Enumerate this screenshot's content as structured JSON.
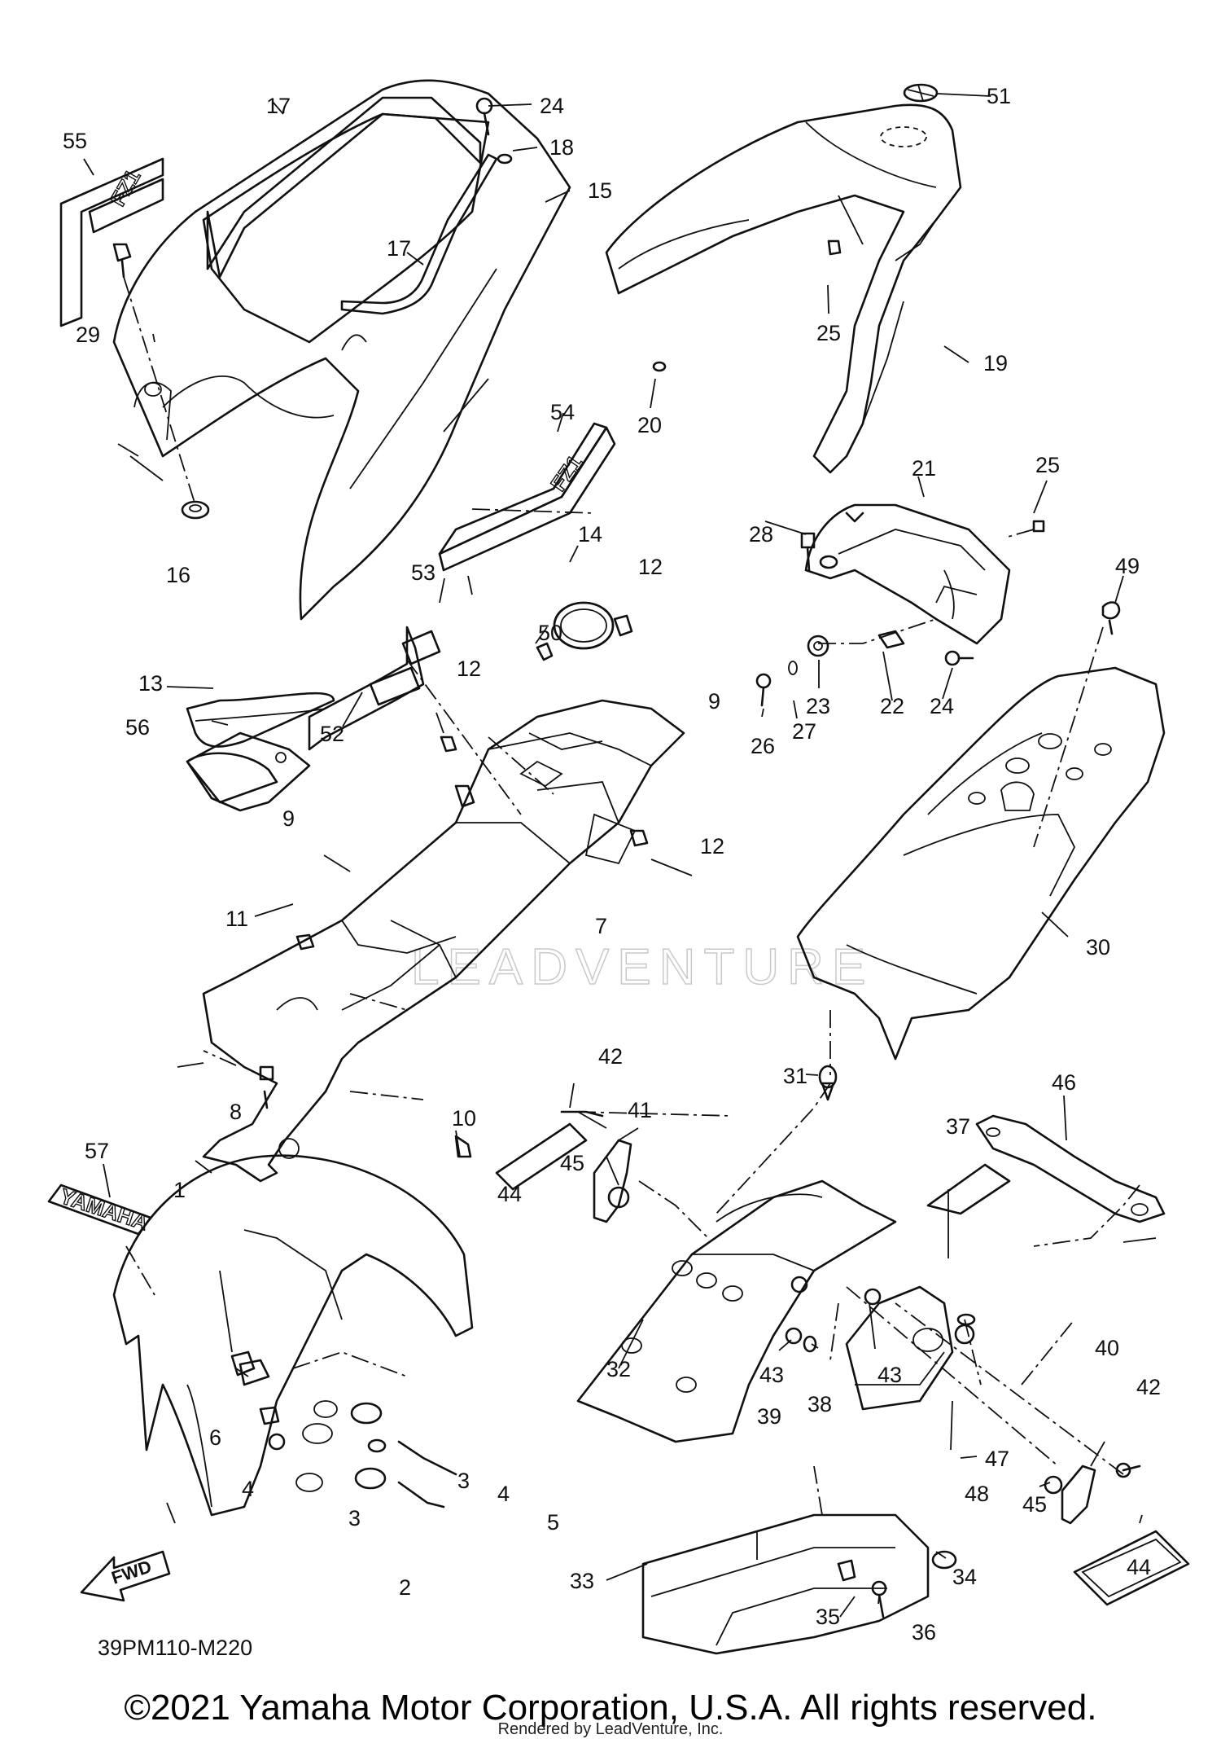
{
  "diagram": {
    "code": "39PM110-M220",
    "watermark": "LEADVENTURE",
    "fwd_label": "FWD",
    "decals": {
      "yamaha": "YAMAHA",
      "side": "FZ1"
    }
  },
  "callouts": [
    "1",
    "2",
    "3",
    "3",
    "4",
    "4",
    "5",
    "6",
    "7",
    "8",
    "9",
    "9",
    "10",
    "11",
    "12",
    "12",
    "12",
    "13",
    "14",
    "15",
    "16",
    "17",
    "17",
    "18",
    "19",
    "20",
    "21",
    "22",
    "23",
    "24",
    "24",
    "25",
    "25",
    "26",
    "27",
    "28",
    "29",
    "30",
    "31",
    "32",
    "33",
    "34",
    "35",
    "36",
    "37",
    "38",
    "39",
    "40",
    "41",
    "42",
    "42",
    "43",
    "43",
    "44",
    "44",
    "45",
    "45",
    "46",
    "47",
    "48",
    "49",
    "50",
    "51",
    "52",
    "53",
    "54",
    "55",
    "56",
    "57"
  ],
  "footer": {
    "copyright": "©2021 Yamaha Motor Corporation, U.S.A. All rights reserved.",
    "rendered_by": "Rendered by LeadVenture, Inc."
  }
}
